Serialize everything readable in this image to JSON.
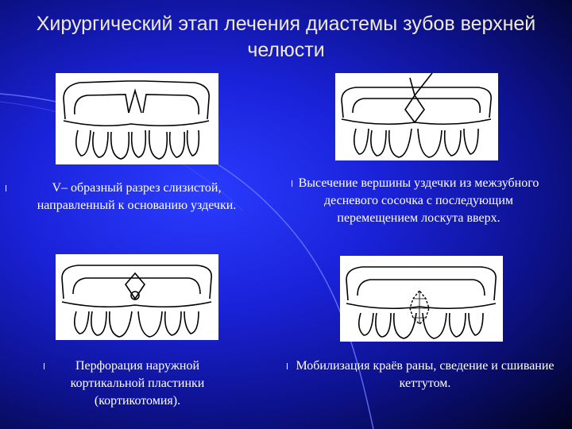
{
  "title": "Хирургический этап лечения диастемы зубов верхней челюсти",
  "steps": [
    {
      "bullet": "l",
      "caption": "V– образный разрез слизистой, направленный к основанию уздечки."
    },
    {
      "bullet": "l",
      "caption": "Высечение вершины уздечки из межзубного десневого сосочка с последующим перемещением лоскута вверх."
    },
    {
      "bullet": "l",
      "caption": "Перфорация наружной кортикальной пластинки (кортикотомия)."
    },
    {
      "bullet": "l",
      "caption": "Мобилизация краёв раны, сведение и сшивание кеттутом."
    }
  ],
  "colors": {
    "background": "#1a22d8",
    "title": "#f1ead6",
    "text": "#ffffff"
  }
}
